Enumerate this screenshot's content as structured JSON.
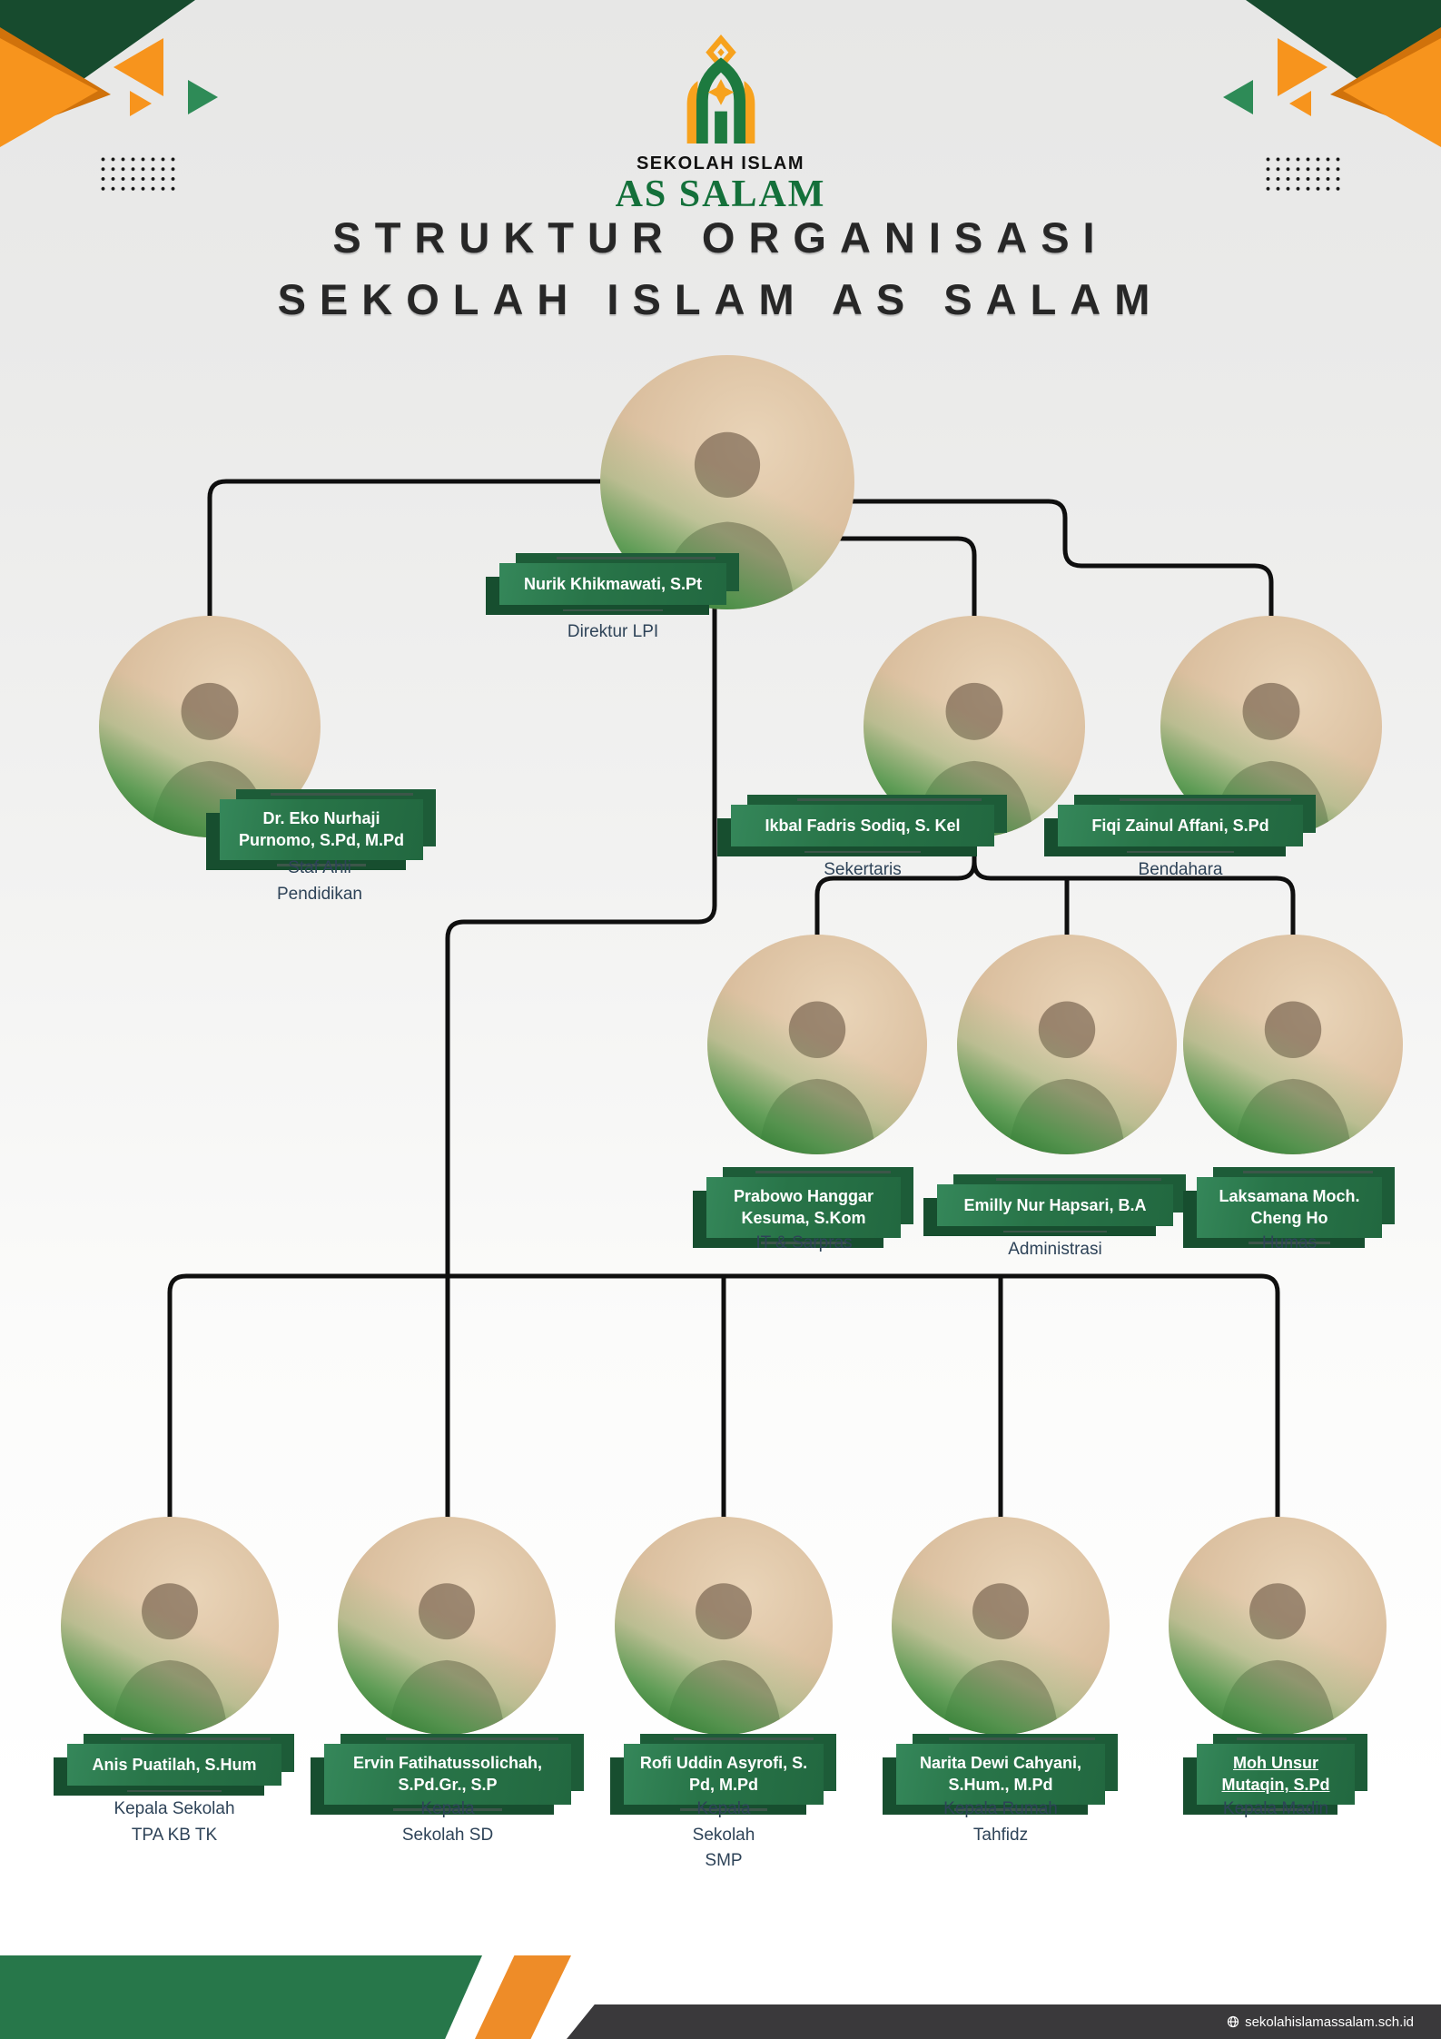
{
  "logo": {
    "line1": "SEKOLAH ISLAM",
    "line2": "AS SALAM"
  },
  "title": {
    "line1": "STRUKTUR ORGANISASI",
    "line2": "SEKOLAH ISLAM AS SALAM"
  },
  "footer": {
    "website": "sekolahislamassalam.sch.id"
  },
  "colors": {
    "brand_green": "#27774a",
    "dark_green": "#174b2e",
    "label_green": "#2a7a4c",
    "orange": "#f7941d",
    "footer_orange": "#ee8c28",
    "dark_bar": "#3a393b",
    "connector": "#0f0f0f",
    "role_text": "#2e4358"
  },
  "people": [
    {
      "name": "Nurik Khikmawati, S.Pt",
      "role": "Direktur LPI"
    },
    {
      "name": "Dr. Eko Nurhaji Purnomo, S.Pd, M.Pd",
      "role": "Staf Ahli Pendidikan"
    },
    {
      "name": "Ikbal Fadris Sodiq, S. Kel",
      "role": "Sekertaris"
    },
    {
      "name": "Fiqi Zainul Affani, S.Pd",
      "role": "Bendahara"
    },
    {
      "name": "Prabowo Hanggar Kesuma, S.Kom",
      "role": "IT & Sarpras"
    },
    {
      "name": "Emilly Nur Hapsari, B.A",
      "role": "Administrasi"
    },
    {
      "name": "Laksamana Moch. Cheng Ho",
      "role": "Humas"
    },
    {
      "name": "Anis Puatilah, S.Hum",
      "role": "Kepala Sekolah TPA KB TK"
    },
    {
      "name": "Ervin Fatihatussolichah, S.Pd.Gr., S.P",
      "role": "Kepala Sekolah SD"
    },
    {
      "name": "Rofi Uddin Asyrofi, S. Pd, M.Pd",
      "role": "Kepala Sekolah SMP"
    },
    {
      "name": "Narita Dewi Cahyani, S.Hum., M.Pd",
      "role": "Kepala Rumah Tahfidz"
    },
    {
      "name": "Moh Unsur Mutaqin, S.Pd",
      "role": "Kepala Madin",
      "name_style": "text-decoration:underline"
    }
  ]
}
